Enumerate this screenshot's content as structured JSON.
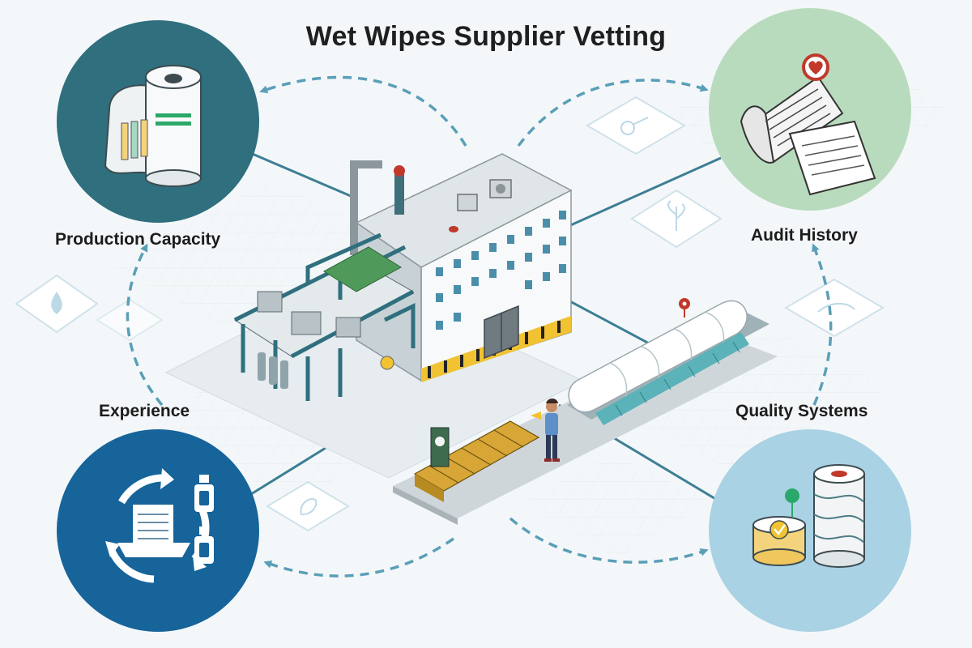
{
  "title": "Wet Wipes Supplier Vetting",
  "nodes": {
    "production": {
      "label": "Production Capacity",
      "icon": "wipes-roll-icon",
      "color": "#2f6f7e"
    },
    "audit": {
      "label": "Audit History",
      "icon": "audit-document-icon",
      "color": "#b9dbbd"
    },
    "experience": {
      "label": "Experience",
      "icon": "recycle-cycle-icon",
      "color": "#16649a"
    },
    "quality": {
      "label": "Quality Systems",
      "icon": "quality-containers-icon",
      "color": "#a9d2e4"
    }
  },
  "center": {
    "icon": "factory-illustration"
  },
  "colors": {
    "connector": "#3d7f95",
    "arrow": "#5a9fb8",
    "background": "#f4f7f9"
  }
}
